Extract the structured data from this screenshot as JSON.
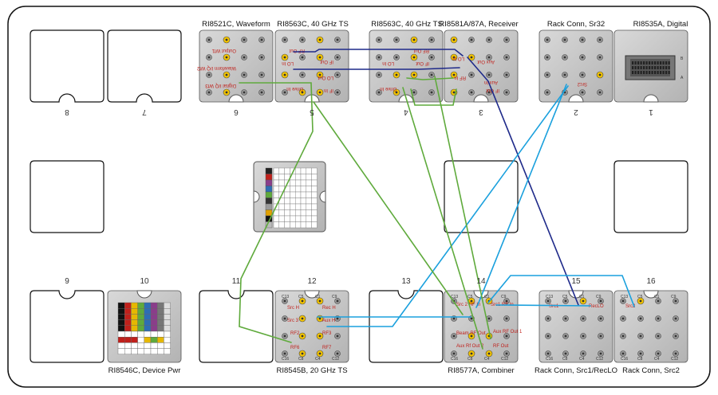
{
  "slots": [
    {
      "num": "8",
      "label": ""
    },
    {
      "num": "7",
      "label": ""
    },
    {
      "num": "6",
      "label": "RI8521C, Waveform"
    },
    {
      "num": "5",
      "label": "RI8563C, 40 GHz TS"
    },
    {
      "num": "4",
      "label": "RI8563C, 40 GHz TS"
    },
    {
      "num": "3",
      "label": "RI8581A/87A, Receiver"
    },
    {
      "num": "2",
      "label": "Rack Conn, Sr32"
    },
    {
      "num": "1",
      "label": "RI8535A, Digital"
    },
    {
      "num": "9",
      "label": ""
    },
    {
      "num": "10",
      "label": "RI8546C, Device Pwr"
    },
    {
      "num": "11",
      "label": ""
    },
    {
      "num": "12",
      "label": "RI8545B, 20 GHz TS"
    },
    {
      "num": "13",
      "label": ""
    },
    {
      "num": "14",
      "label": "RI8577A, Combiner"
    },
    {
      "num": "15",
      "label": "Rack Conn, Src1/RecLO"
    },
    {
      "num": "16",
      "label": "Rack Conn, Src2"
    }
  ],
  "ports": {
    "waveform": [
      "Digital I/Q Wf3",
      "Waveform I/Q Wf2",
      "Output Wf1"
    ],
    "ts40": [
      "RF Out",
      "LO In",
      "IF Out",
      "Drive In",
      "LO Out",
      "IF In"
    ],
    "receiver": [
      "LO In",
      "RF In",
      "Aux Out",
      "Aux In",
      "IF Out"
    ],
    "rack_sr32": [
      "Src2"
    ],
    "ts20": [
      "Src H",
      "Rec H",
      "Src 3",
      "Aux H",
      "RF2",
      "RF3",
      "RF6",
      "RF7"
    ],
    "combiner": [
      "Src 2 RF In",
      "Src1 RF In",
      "Beam RF Out",
      "Aux RF Out 1",
      "Aux Rf Out 2",
      "RF Out"
    ],
    "rack_src1": [
      "Src1",
      "RecLO"
    ],
    "rack_src2": [
      "Src2"
    ]
  },
  "connector_ids": [
    "C13",
    "C5",
    "C1",
    "C9",
    "C16",
    "C8",
    "C4",
    "C12"
  ],
  "digital_letters": [
    "B",
    "A"
  ],
  "colors": {
    "dark_blue": "#1f2a8a",
    "light_blue": "#1aa0dd",
    "green": "#5faa3c",
    "port": "#f4c500",
    "port_text": "#c0201b"
  }
}
